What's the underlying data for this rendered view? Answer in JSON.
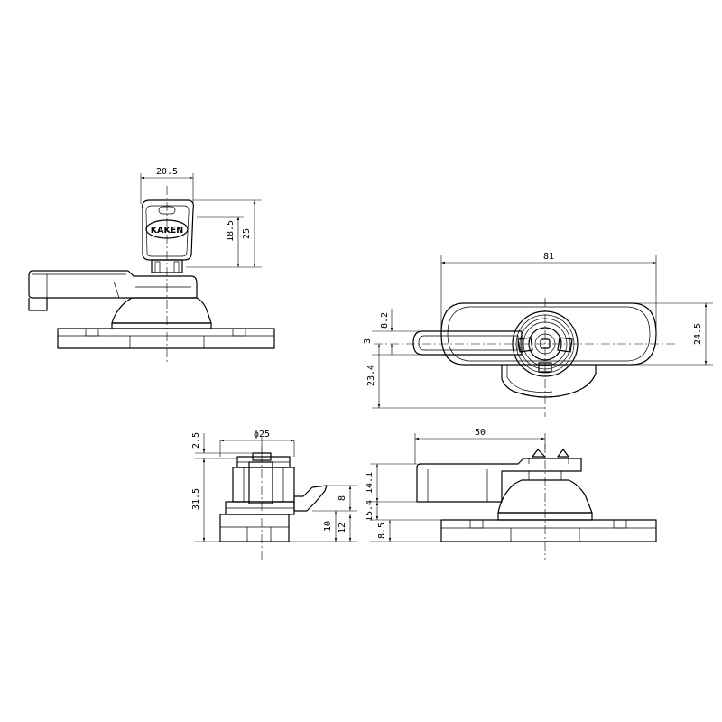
{
  "brand": "KAKEN",
  "dimensions": {
    "front": {
      "width": "20.5",
      "key": "18.5",
      "total": "25"
    },
    "top": {
      "length": "81",
      "width": "24.5",
      "slot": "8.2",
      "offset": "3",
      "lever": "23.4"
    },
    "side": {
      "diameter": "ϕ25",
      "cap": "2.5",
      "height": "31.5",
      "lever": "8",
      "base": "12",
      "plate": "10"
    },
    "rear": {
      "length": "50",
      "body": "14.1",
      "foot": "15.4",
      "plate": "8.5"
    }
  }
}
